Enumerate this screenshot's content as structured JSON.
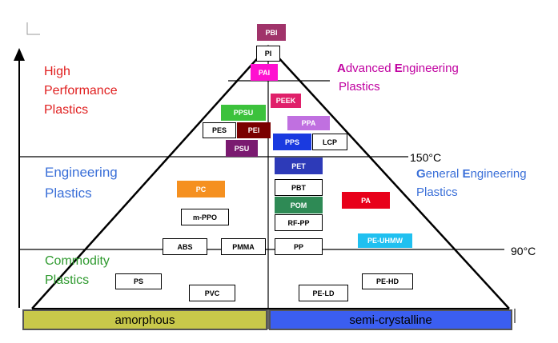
{
  "categories": {
    "high_performance": [
      "High",
      "Performance",
      "Plastics"
    ],
    "engineering": [
      "Engineering",
      "Plastics"
    ],
    "commodity": [
      "Commodity",
      "Plastics"
    ],
    "advanced_engineering": {
      "line1_a": "A",
      "line1_b": "dvanced ",
      "line1_c": "E",
      "line1_d": "ngineering",
      "line2": "Plastics"
    },
    "general_engineering": {
      "line1_a": "G",
      "line1_b": "eneral ",
      "line1_c": "E",
      "line1_d": "ngineering",
      "line2": "Plastics"
    }
  },
  "temperatures": {
    "t150": "150°C",
    "t90": "90°C"
  },
  "bottom_bar": {
    "amorphous": "amorphous",
    "semi_crystalline": "semi-crystalline"
  },
  "colors": {
    "amorphous_bar": "#c8c84a",
    "semi_crystalline_bar": "#3b5ef0",
    "PBI": "#a0336a",
    "PAI": "#ff10d0",
    "PEEK": "#e0206a",
    "PPSU": "#3cc23c",
    "PEI": "#7a0000",
    "PPA": "#c070e0",
    "PSU": "#7a1a70",
    "PPS": "#1a3ae0",
    "PET": "#2d3ab8",
    "PC": "#f59020",
    "POM": "#2e8a55",
    "PA": "#e8001a",
    "PE-UHMW": "#20c0f0"
  },
  "polymers": {
    "PBI": "PBI",
    "PI": "PI",
    "PAI": "PAI",
    "PEEK": "PEEK",
    "PPSU": "PPSU",
    "PES": "PES",
    "PEI": "PEI",
    "PPA": "PPA",
    "PSU": "PSU",
    "PPS": "PPS",
    "LCP": "LCP",
    "PET": "PET",
    "PBT": "PBT",
    "PC": "PC",
    "PA": "PA",
    "m_PPO": "m-PPO",
    "POM": "POM",
    "RF_PP": "RF-PP",
    "ABS": "ABS",
    "PMMA": "PMMA",
    "PP": "PP",
    "PE_UHMW": "PE-UHMW",
    "PS": "PS",
    "PE_HD": "PE-HD",
    "PVC": "PVC",
    "PE_LD": "PE-LD"
  }
}
